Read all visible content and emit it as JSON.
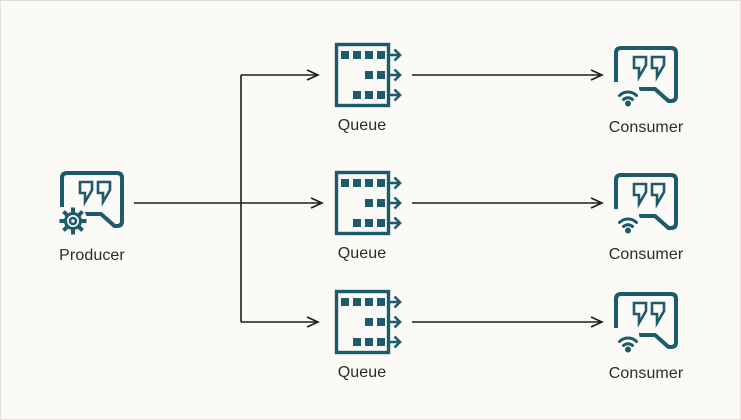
{
  "diagram": {
    "type": "producer-queue-consumer-fanout",
    "colors": {
      "teal": "#1d5b6c",
      "conn": "#1c1c1c",
      "bg": "#fcfaf6",
      "label": "#2b2b2b",
      "border": "#e3e0da"
    },
    "producer": {
      "label": "Producer",
      "icon": "message-bubble-gear-icon"
    },
    "queues": [
      {
        "label": "Queue",
        "icon": "queue-icon"
      },
      {
        "label": "Queue",
        "icon": "queue-icon"
      },
      {
        "label": "Queue",
        "icon": "queue-icon"
      }
    ],
    "consumers": [
      {
        "label": "Consumer",
        "icon": "message-bubble-wifi-icon"
      },
      {
        "label": "Consumer",
        "icon": "message-bubble-wifi-icon"
      },
      {
        "label": "Consumer",
        "icon": "message-bubble-wifi-icon"
      }
    ],
    "edges": [
      {
        "from": "producer",
        "to": "queue-1"
      },
      {
        "from": "producer",
        "to": "queue-2"
      },
      {
        "from": "producer",
        "to": "queue-3"
      },
      {
        "from": "queue-1",
        "to": "consumer-1"
      },
      {
        "from": "queue-2",
        "to": "consumer-2"
      },
      {
        "from": "queue-3",
        "to": "consumer-3"
      }
    ]
  }
}
